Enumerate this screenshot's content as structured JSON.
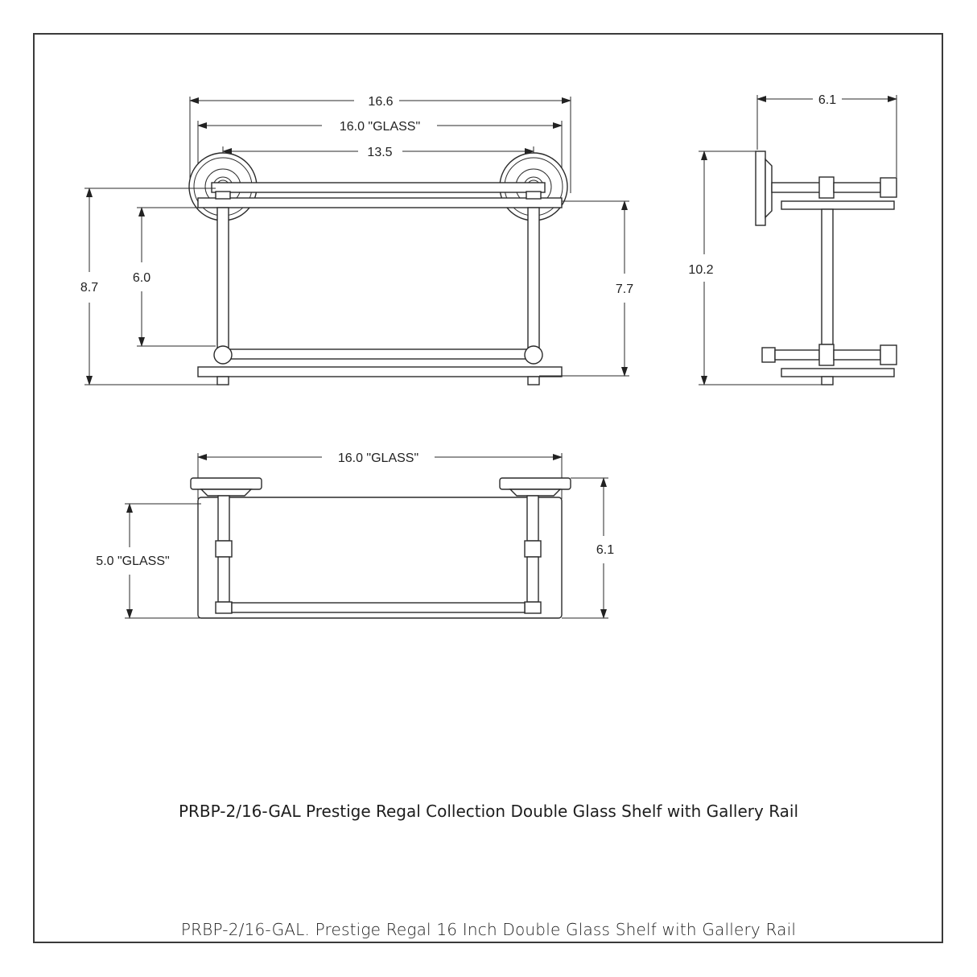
{
  "drawing": {
    "front_view": {
      "overall_width": "16.6",
      "glass_width": "16.0 \"GLASS\"",
      "bracket_spacing": "13.5",
      "overall_height": "8.7",
      "shelf_spacing": "6.0",
      "bracket_height": "7.7"
    },
    "side_view": {
      "depth": "6.1",
      "height": "10.2"
    },
    "top_view": {
      "glass_width": "16.0 \"GLASS\"",
      "glass_depth": "5.0 \"GLASS\"",
      "depth": "6.1"
    }
  },
  "captions": {
    "main": "PRBP-2/16-GAL Prestige Regal Collection Double Glass Shelf with Gallery Rail",
    "sub": "PRBP-2/16-GAL. Prestige Regal 16 Inch Double Glass Shelf with Gallery Rail"
  }
}
